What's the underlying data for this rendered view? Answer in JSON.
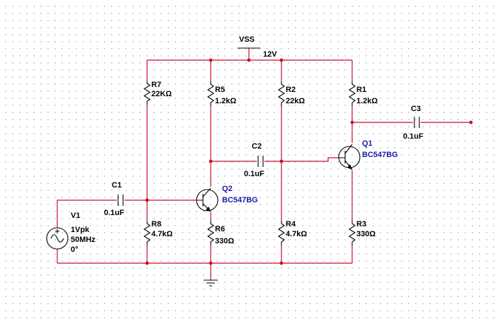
{
  "colors": {
    "wire": "#c8102e",
    "component": "#000000",
    "part_label": "#1a1aa6"
  },
  "supply": {
    "name": "VSS",
    "voltage": "12V"
  },
  "ground": {
    "icon": "ground-symbol-icon"
  },
  "components": {
    "R1": {
      "ref": "R1",
      "value": "1.2kΩ"
    },
    "R2": {
      "ref": "R2",
      "value": "22kΩ"
    },
    "R3": {
      "ref": "R3",
      "value": "330Ω"
    },
    "R4": {
      "ref": "R4",
      "value": "4.7kΩ"
    },
    "R5": {
      "ref": "R5",
      "value": "1.2kΩ"
    },
    "R6": {
      "ref": "R6",
      "value": "330Ω"
    },
    "R7": {
      "ref": "R7",
      "value": "22KΩ"
    },
    "R8": {
      "ref": "R8",
      "value": "4.7kΩ"
    },
    "C1": {
      "ref": "C1",
      "value": "0.1uF"
    },
    "C2": {
      "ref": "C2",
      "value": "0.1uF"
    },
    "C3": {
      "ref": "C3",
      "value": "0.1uF"
    },
    "Q1": {
      "ref": "Q1",
      "part": "BC547BG"
    },
    "Q2": {
      "ref": "Q2",
      "part": "BC547BG"
    },
    "V1": {
      "ref": "V1",
      "amplitude": "1Vpk",
      "frequency": "50MHz",
      "phase": "0°"
    }
  }
}
